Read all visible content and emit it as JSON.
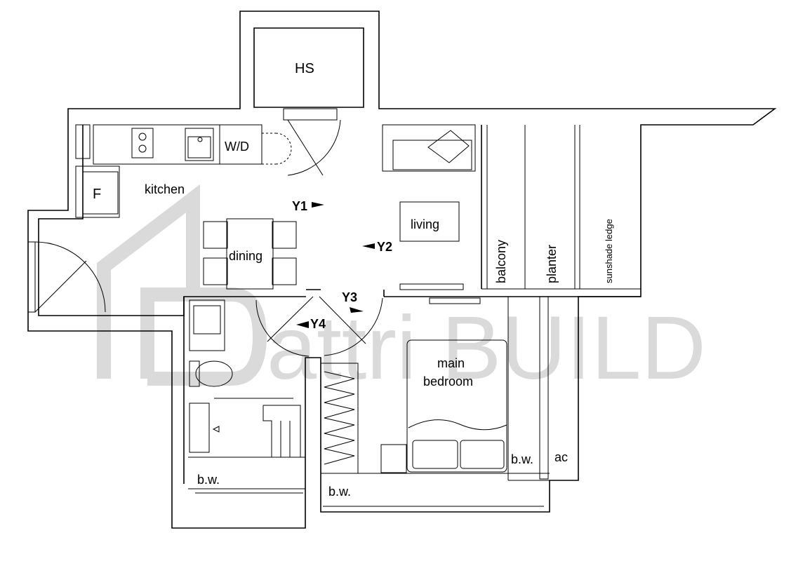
{
  "watermark": {
    "text": "attri BUILD",
    "color": "#d9d9d9"
  },
  "rooms": {
    "hs": "HS",
    "wd": "W/D",
    "fridge": "F",
    "kitchen": "kitchen",
    "living": "living",
    "dining": "dining",
    "balcony": "balcony",
    "planter": "planter",
    "sunshade": "sunshade ledge",
    "main_bedroom_line1": "main",
    "main_bedroom_line2": "bedroom",
    "bw_bath": "b.w.",
    "bw_bedroom": "b.w.",
    "bw_right": "b.w.",
    "ac": "ac"
  },
  "views": {
    "y1": "Y1",
    "y2": "Y2",
    "y3": "Y3",
    "y4": "Y4"
  },
  "colors": {
    "line": "#000000",
    "background": "#ffffff"
  }
}
